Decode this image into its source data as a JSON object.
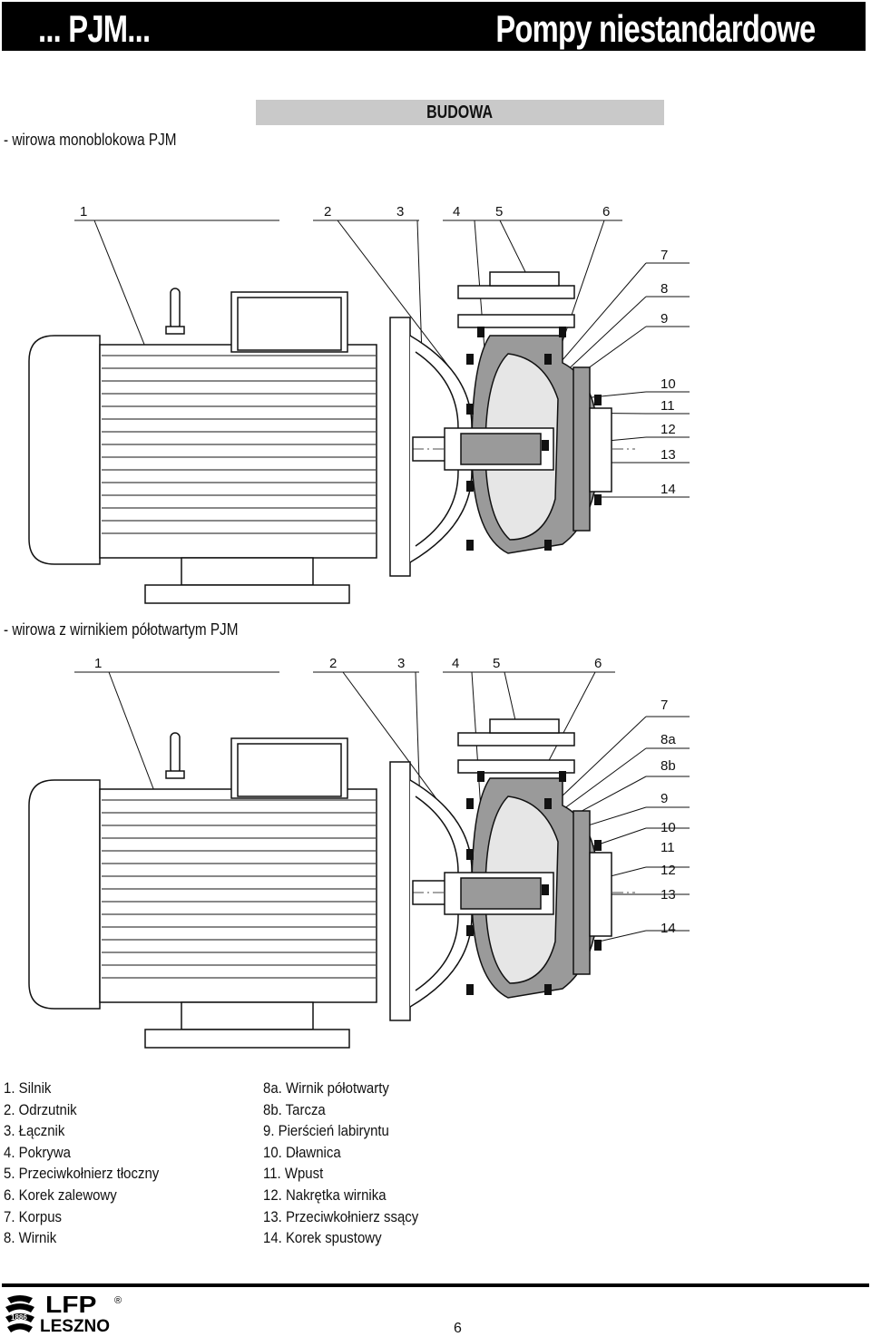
{
  "header": {
    "left_title": "... PJM...",
    "right_title": "Pompy niestandardowe"
  },
  "budowa_label": "BUDOWA",
  "section1": {
    "title": "- wirowa monoblokowa PJM",
    "top_numbers": [
      "1",
      "2",
      "3",
      "4",
      "5",
      "6"
    ],
    "right_numbers": [
      "7",
      "8",
      "9",
      "10",
      "11",
      "12",
      "13",
      "14"
    ]
  },
  "section2": {
    "title": "- wirowa z wirnikiem półotwartym PJM",
    "top_numbers": [
      "1",
      "2",
      "3",
      "4",
      "5",
      "6"
    ],
    "right_numbers": [
      "7",
      "8a",
      "8b",
      "9",
      "10",
      "11",
      "12",
      "13",
      "14"
    ]
  },
  "legend": {
    "left": [
      "1. Silnik",
      "2. Odrzutnik",
      "3. Łącznik",
      "4. Pokrywa",
      "5. Przeciwkołnierz tłoczny",
      "6. Korek zalewowy",
      "7. Korpus",
      "8. Wirnik"
    ],
    "right": [
      "8a. Wirnik półotwarty",
      "8b. Tarcza",
      "9. Pierścień labiryntu",
      "10. Dławnica",
      "11. Wpust",
      "12. Nakrętka wirnika",
      "13. Przeciwkołnierz ssący",
      "14. Korek spustowy"
    ]
  },
  "logo": {
    "brand": "LFP",
    "city": "LESZNO",
    "year": "1886",
    "registered": "®"
  },
  "page_number": "6"
}
